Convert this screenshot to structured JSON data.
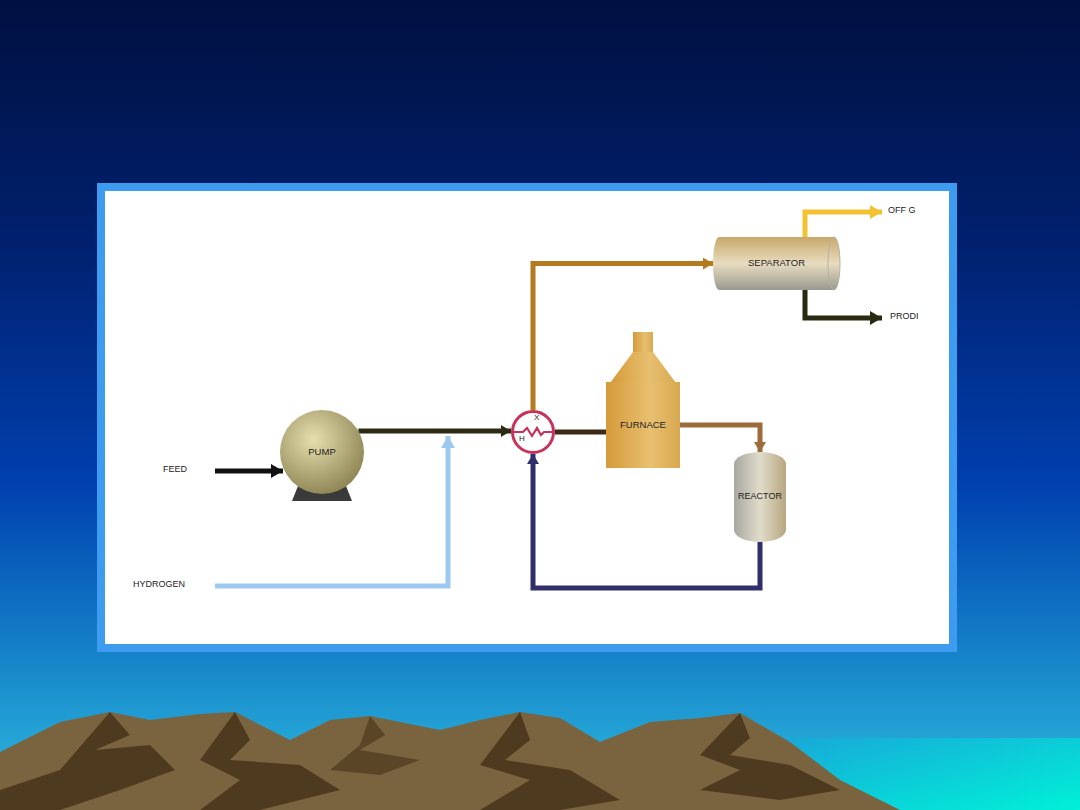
{
  "diagram": {
    "nodes": [
      {
        "text": [
          "PUMP"
        ]
      },
      {
        "text": [
          "X",
          "H"
        ]
      },
      {
        "text": [
          "FURNACE"
        ]
      },
      {
        "text": [
          "REACTOR"
        ]
      },
      {
        "text": [
          "SEPARATOR"
        ]
      }
    ],
    "edges": [
      {
        "from": 0,
        "to": 1,
        "arrow": "to"
      },
      {
        "from": 1,
        "to": 2,
        "arrow": "none"
      },
      {
        "from": 2,
        "to": 3,
        "arrow": "to"
      },
      {
        "from": 3,
        "to": 1,
        "arrow": "to"
      },
      {
        "from": 1,
        "to": 4,
        "arrow": "to"
      }
    ],
    "labels": [
      "FEED",
      "HYDROGEN",
      "OFF G",
      "PRODI"
    ]
  }
}
